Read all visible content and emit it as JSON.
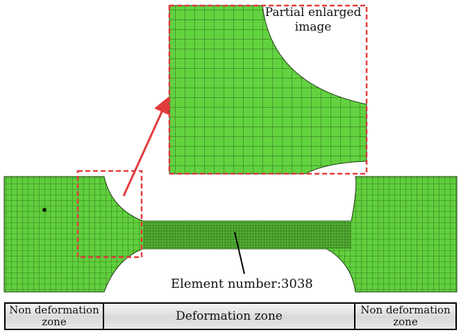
{
  "annotations": {
    "partial_line1": "Partial enlarged",
    "partial_line2": "image",
    "element_number": "Element number:3038"
  },
  "zones": {
    "left_line1": "Non deformation",
    "left_line2": "zone",
    "middle": "Deformation zone",
    "right_line1": "Non deformation",
    "right_line2": "zone"
  },
  "colors": {
    "mesh_fill": "#5fcf3c",
    "mesh_line": "#1f3a12",
    "highlight": "#e23b3b"
  }
}
